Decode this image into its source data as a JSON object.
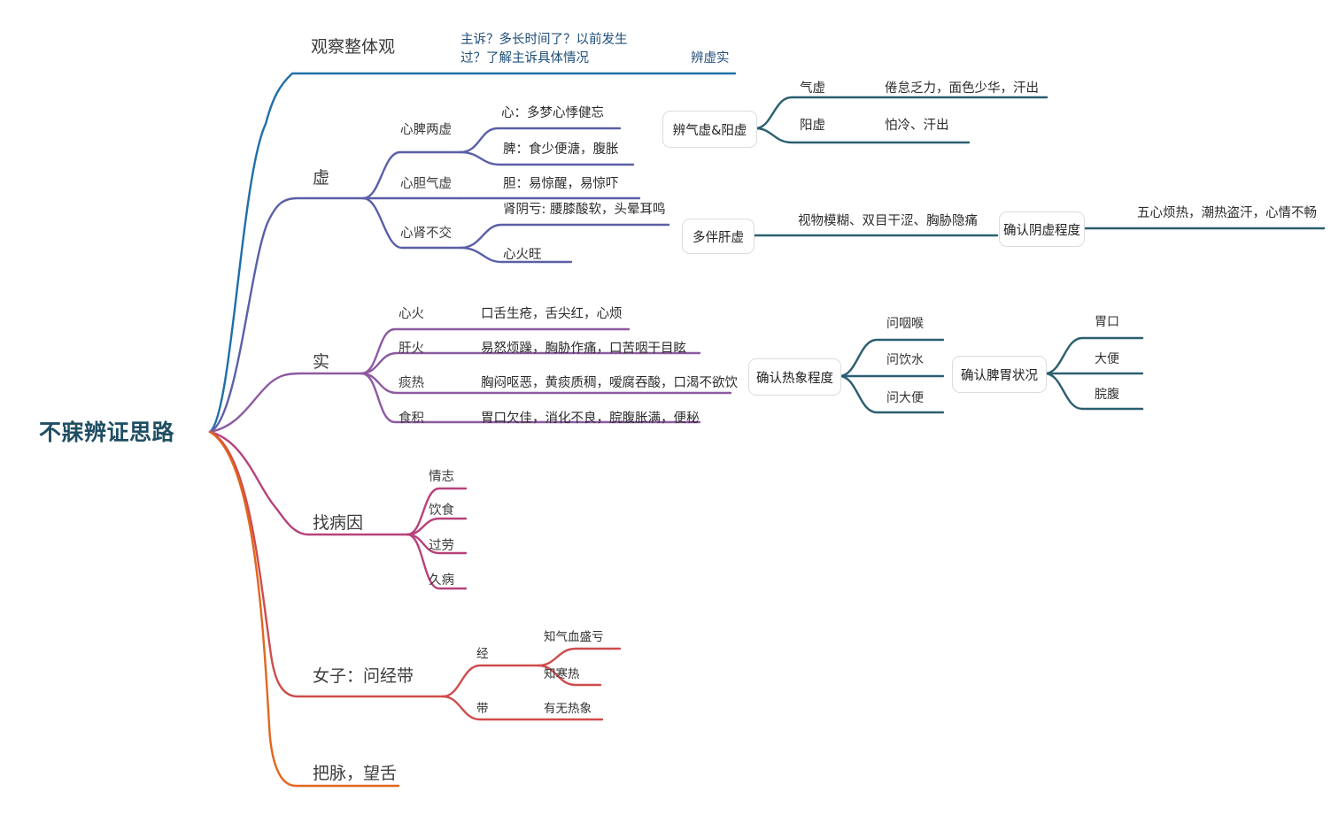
{
  "diagram": {
    "title": "不寐辨证思路",
    "type": "mindmap",
    "colors": {
      "root_text": "#1F4E63",
      "branch_observe": "#1F6FA8",
      "branch_xu": "#5B5FA8",
      "branch_shi": "#8D5AA0",
      "branch_cause": "#B7417A",
      "branch_female": "#CF4C4C",
      "branch_pulse": "#E2661E",
      "box_line": "#2B5F70",
      "box_border": "#dcdcdc"
    }
  },
  "branches": {
    "observe": {
      "label": "观察整体观",
      "note": "主诉？多长时间了？以前发生\n过？了解主诉具体情况",
      "note_line1": "主诉？多长时间了？以前发生",
      "note_line2": "过？了解主诉具体情况",
      "tail": "辨虚实"
    },
    "xu": {
      "label": "虚",
      "children": [
        {
          "label": "心脾两虚",
          "details": [
            "心：多梦心悸健忘",
            "脾：食少便溏，腹胀"
          ]
        },
        {
          "label": "心胆气虚",
          "details": [
            "胆：易惊醒，易惊吓"
          ]
        },
        {
          "label": "心肾不交",
          "details": [
            "肾阴亏: 腰膝酸软，头晕耳鸣",
            "心火旺"
          ]
        }
      ]
    },
    "shi": {
      "label": "实",
      "children": [
        {
          "label": "心火",
          "detail": "口舌生疮，舌尖红，心烦"
        },
        {
          "label": "肝火",
          "detail": "易怒烦躁，胸胁作痛，口苦咽干目眩"
        },
        {
          "label": "痰热",
          "detail": "胸闷呕恶，黄痰质稠，嗳腐吞酸，口渴不欲饮"
        },
        {
          "label": "食积",
          "detail": "胃口欠佳，消化不良，脘腹胀满，便秘"
        }
      ]
    },
    "cause": {
      "label": "找病因",
      "children": [
        "情志",
        "饮食",
        "过劳",
        "久病"
      ]
    },
    "female": {
      "label": "女子：问经带",
      "children": [
        {
          "label": "经",
          "details": [
            "知气血盛亏",
            "知寒热"
          ]
        },
        {
          "label": "带",
          "details": [
            "有无热象"
          ]
        }
      ]
    },
    "pulse": {
      "label": "把脉，望舌"
    }
  },
  "boxes": {
    "qixu_yangxu": {
      "label": "辨气虚&阳虚",
      "children": [
        {
          "label": "气虚",
          "detail": "倦怠乏力，面色少华，汗出"
        },
        {
          "label": "阳虚",
          "detail": "怕冷、汗出"
        }
      ]
    },
    "ganxu": {
      "label": "多伴肝虚",
      "detail": "视物模糊、双目干涩、胸胁隐痛"
    },
    "yinxu": {
      "label": "确认阴虚程度",
      "detail": "五心烦热，潮热盗汗，心情不畅"
    },
    "rexiang": {
      "label": "确认热象程度",
      "children": [
        "问咽喉",
        "问饮水",
        "问大便"
      ]
    },
    "piwei": {
      "label": "确认脾胃状况",
      "children": [
        "胃口",
        "大便",
        "脘腹"
      ]
    }
  }
}
